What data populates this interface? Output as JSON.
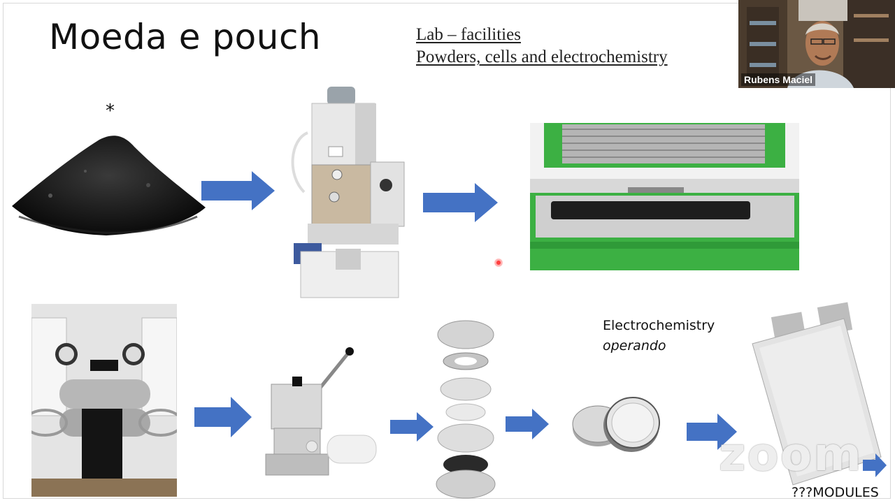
{
  "slide": {
    "title": "Moeda e pouch",
    "subtitle_line1": "Lab – facilities",
    "subtitle_line2": "Powders, cells and electrochemistry",
    "asterisk": "*",
    "electrochem_label": "Electrochemistry",
    "electrochem_sublabel": "operando",
    "modules_label": "???MODULES"
  },
  "webcam": {
    "participant_name": "Rubens Maciel"
  },
  "watermark": {
    "text": "zoom"
  },
  "colors": {
    "arrow_blue": "#4472c4",
    "coater_green": "#3cb043"
  }
}
